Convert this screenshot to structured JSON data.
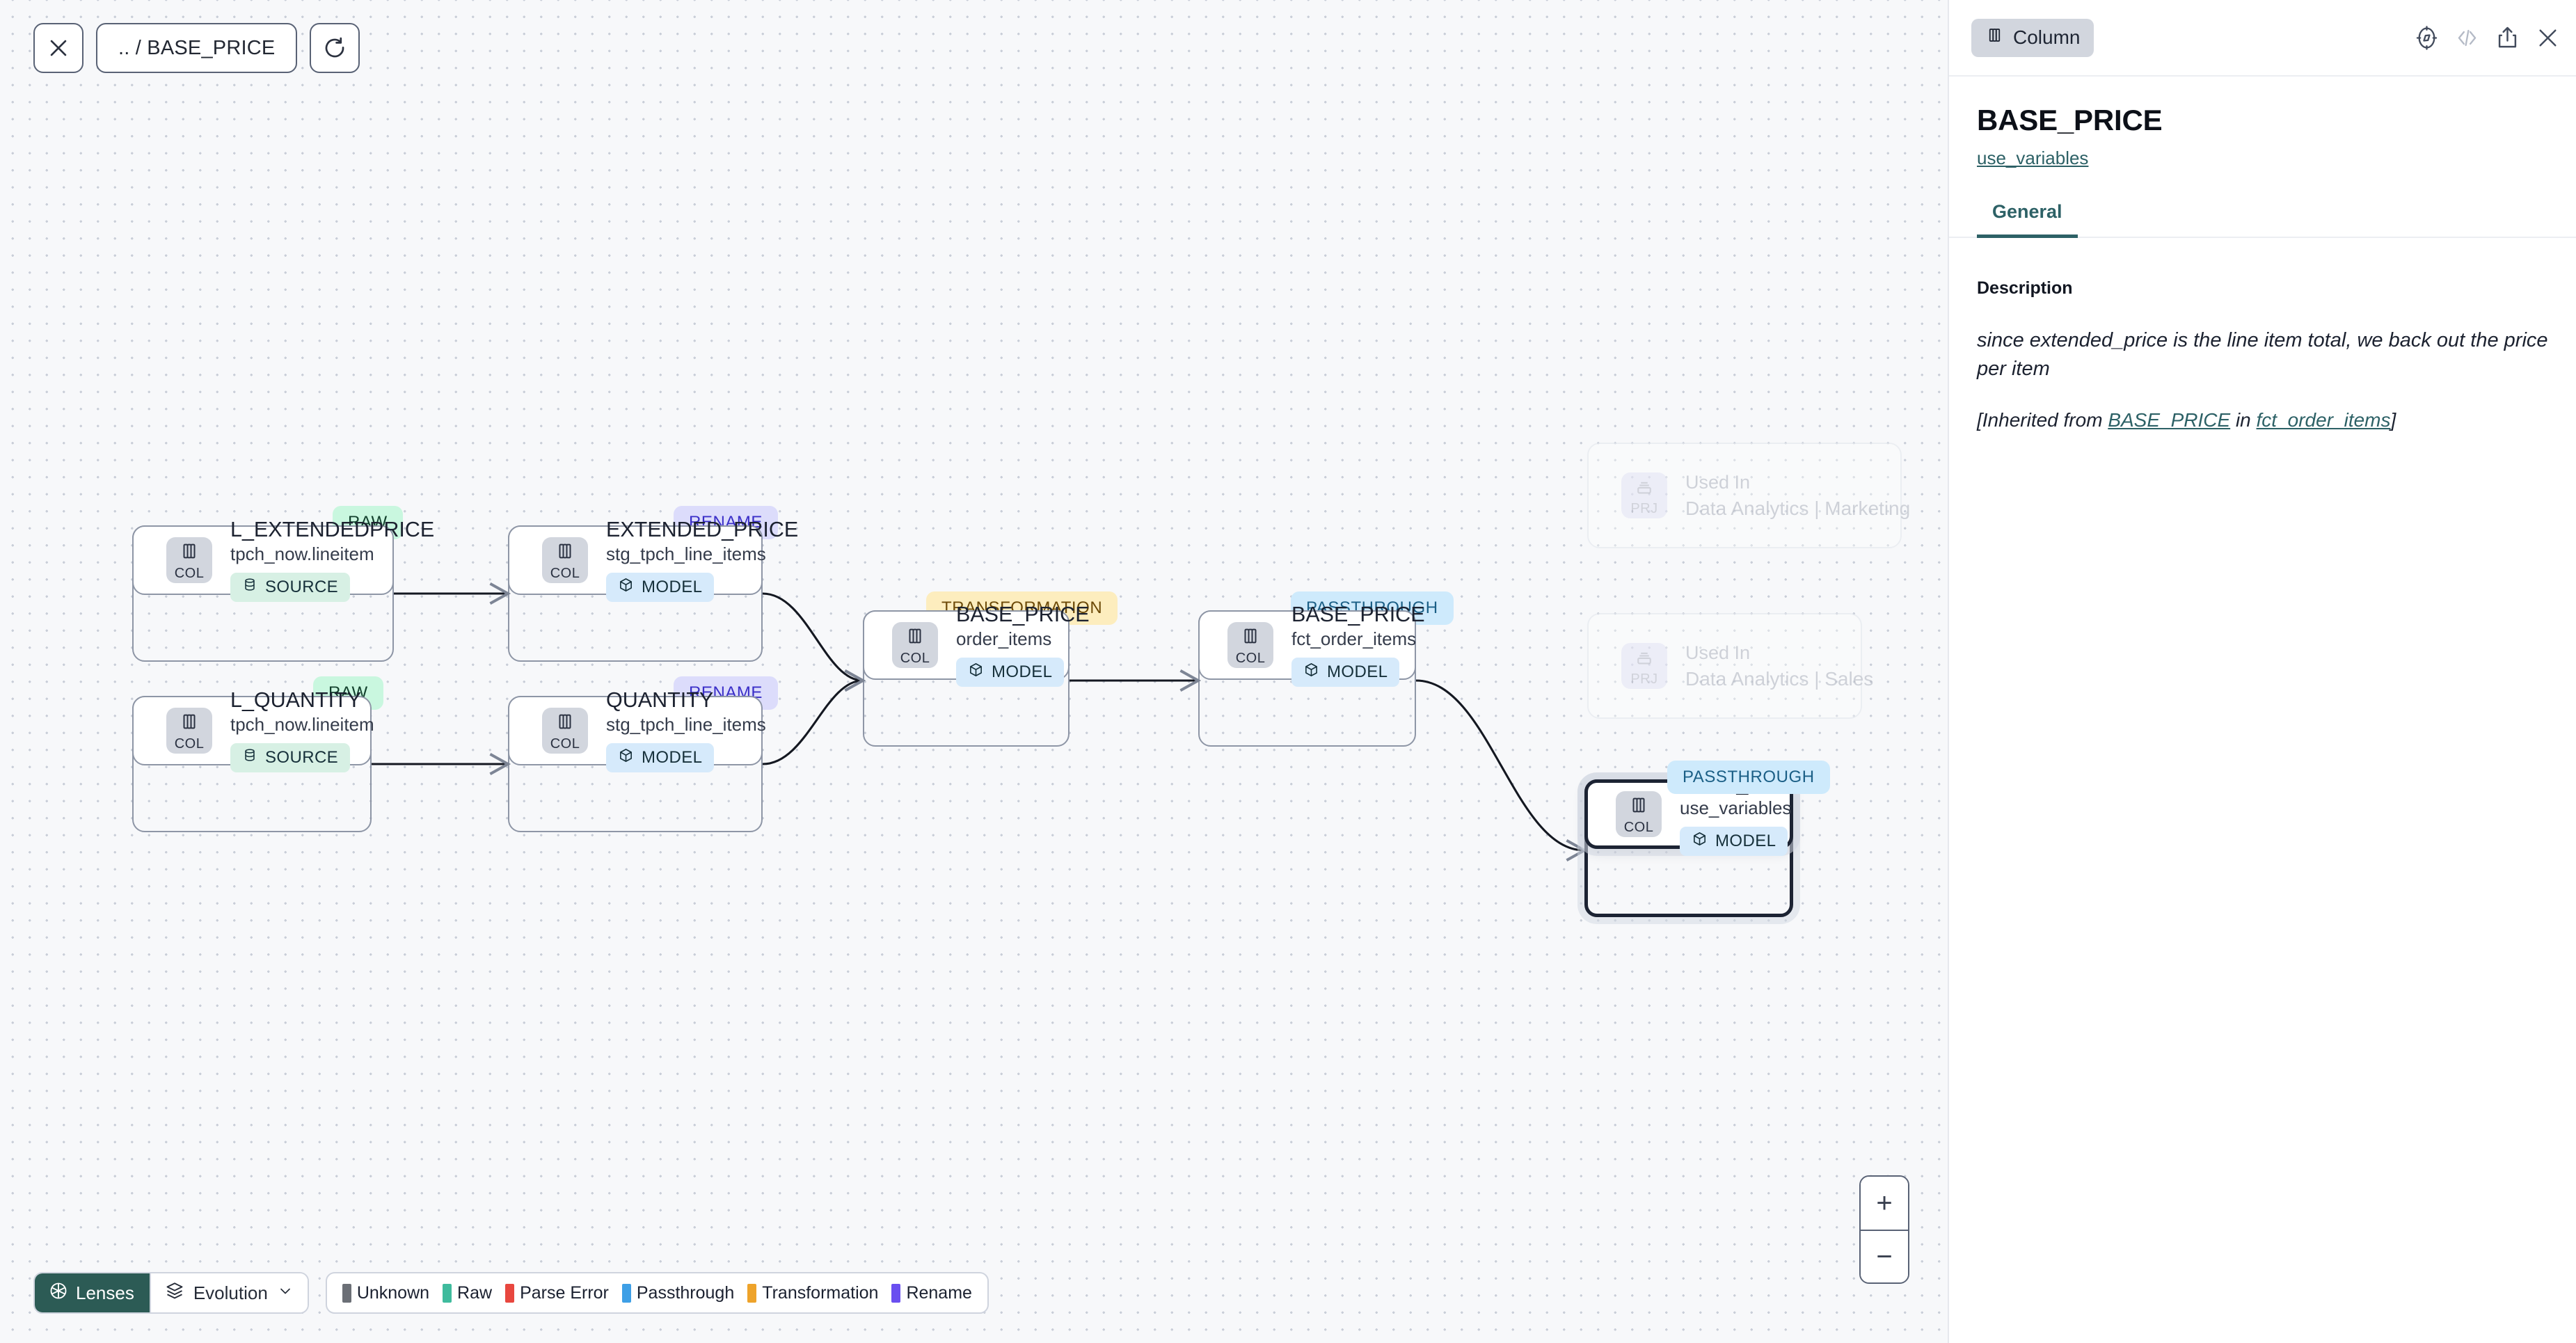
{
  "toolbar": {
    "close_icon": "close-icon",
    "breadcrumb": ".. / BASE_PRICE",
    "refresh_icon": "refresh-icon"
  },
  "graph": {
    "nodes": [
      {
        "id": "l-extendedprice",
        "tag": "RAW",
        "tag_style": "raw",
        "kind": "COL",
        "title": "L_EXTENDEDPRICE",
        "subtitle": "tpch_now.lineitem",
        "chip": "SOURCE",
        "chip_style": "source",
        "chip_icon": "database-icon"
      },
      {
        "id": "l-quantity",
        "tag": "RAW",
        "tag_style": "raw",
        "kind": "COL",
        "title": "L_QUANTITY",
        "subtitle": "tpch_now.lineitem",
        "chip": "SOURCE",
        "chip_style": "source",
        "chip_icon": "database-icon"
      },
      {
        "id": "extended-price",
        "tag": "RENAME",
        "tag_style": "rename",
        "kind": "COL",
        "title": "EXTENDED_PRICE",
        "subtitle": "stg_tpch_line_items",
        "chip": "MODEL",
        "chip_style": "model",
        "chip_icon": "cube-icon"
      },
      {
        "id": "quantity",
        "tag": "RENAME",
        "tag_style": "rename",
        "kind": "COL",
        "title": "QUANTITY",
        "subtitle": "stg_tpch_line_items",
        "chip": "MODEL",
        "chip_style": "model",
        "chip_icon": "cube-icon"
      },
      {
        "id": "base-price-order-items",
        "tag": "TRANSFORMATION",
        "tag_style": "trans",
        "kind": "COL",
        "title": "BASE_PRICE",
        "subtitle": "order_items",
        "chip": "MODEL",
        "chip_style": "model",
        "chip_icon": "cube-icon"
      },
      {
        "id": "base-price-fct-order-items",
        "tag": "PASSTHROUGH",
        "tag_style": "pass",
        "kind": "COL",
        "title": "BASE_PRICE",
        "subtitle": "fct_order_items",
        "chip": "MODEL",
        "chip_style": "model",
        "chip_icon": "cube-icon"
      },
      {
        "id": "base-price-use-variables",
        "tag": "PASSTHROUGH",
        "tag_style": "pass",
        "kind": "COL",
        "title": "BASE_PRICE",
        "subtitle": "use_variables",
        "chip": "MODEL",
        "chip_style": "model",
        "chip_icon": "cube-icon",
        "selected": true
      }
    ],
    "ghost_nodes": [
      {
        "id": "used-in-marketing",
        "kind": "PRJ",
        "title": "Used In",
        "subtitle": "Data Analytics | Marketing"
      },
      {
        "id": "used-in-sales",
        "kind": "PRJ",
        "title": "Used In",
        "subtitle": "Data Analytics | Sales"
      }
    ]
  },
  "bottom_bar": {
    "lenses_label": "Lenses",
    "lenses_icon": "aperture-icon",
    "evolution_label": "Evolution",
    "evolution_icon": "layers-icon",
    "evolution_chevron": "chevron-down-icon",
    "legend": [
      {
        "label": "Unknown",
        "color": "#6b6f76"
      },
      {
        "label": "Raw",
        "color": "#3fbb9d"
      },
      {
        "label": "Parse Error",
        "color": "#e8473f"
      },
      {
        "label": "Passthrough",
        "color": "#3e9fe6"
      },
      {
        "label": "Transformation",
        "color": "#eea32a"
      },
      {
        "label": "Rename",
        "color": "#6a4ff0"
      }
    ]
  },
  "zoom_controls": {
    "zoom_in": "+",
    "zoom_out": "−"
  },
  "panel": {
    "type_label": "Column",
    "type_icon": "column-icon",
    "icons": [
      {
        "name": "compass-icon",
        "muted": false
      },
      {
        "name": "code-icon",
        "muted": true
      },
      {
        "name": "share-icon",
        "muted": false
      },
      {
        "name": "close-icon",
        "muted": false
      }
    ],
    "title": "BASE_PRICE",
    "subtitle_link": "use_variables",
    "tabs": [
      {
        "label": "General",
        "active": true
      }
    ],
    "description_label": "Description",
    "description_text": "since extended_price is the line item total, we back out the price per item",
    "inherited": {
      "prefix": "[Inherited from ",
      "link1": "BASE_PRICE",
      "middle": " in ",
      "link2": "fct_order_items",
      "suffix": "]"
    }
  },
  "colors": {
    "accent_teal": "#2d6166",
    "selected_border": "#1c2333",
    "canvas_bg": "#f7f8fa"
  }
}
